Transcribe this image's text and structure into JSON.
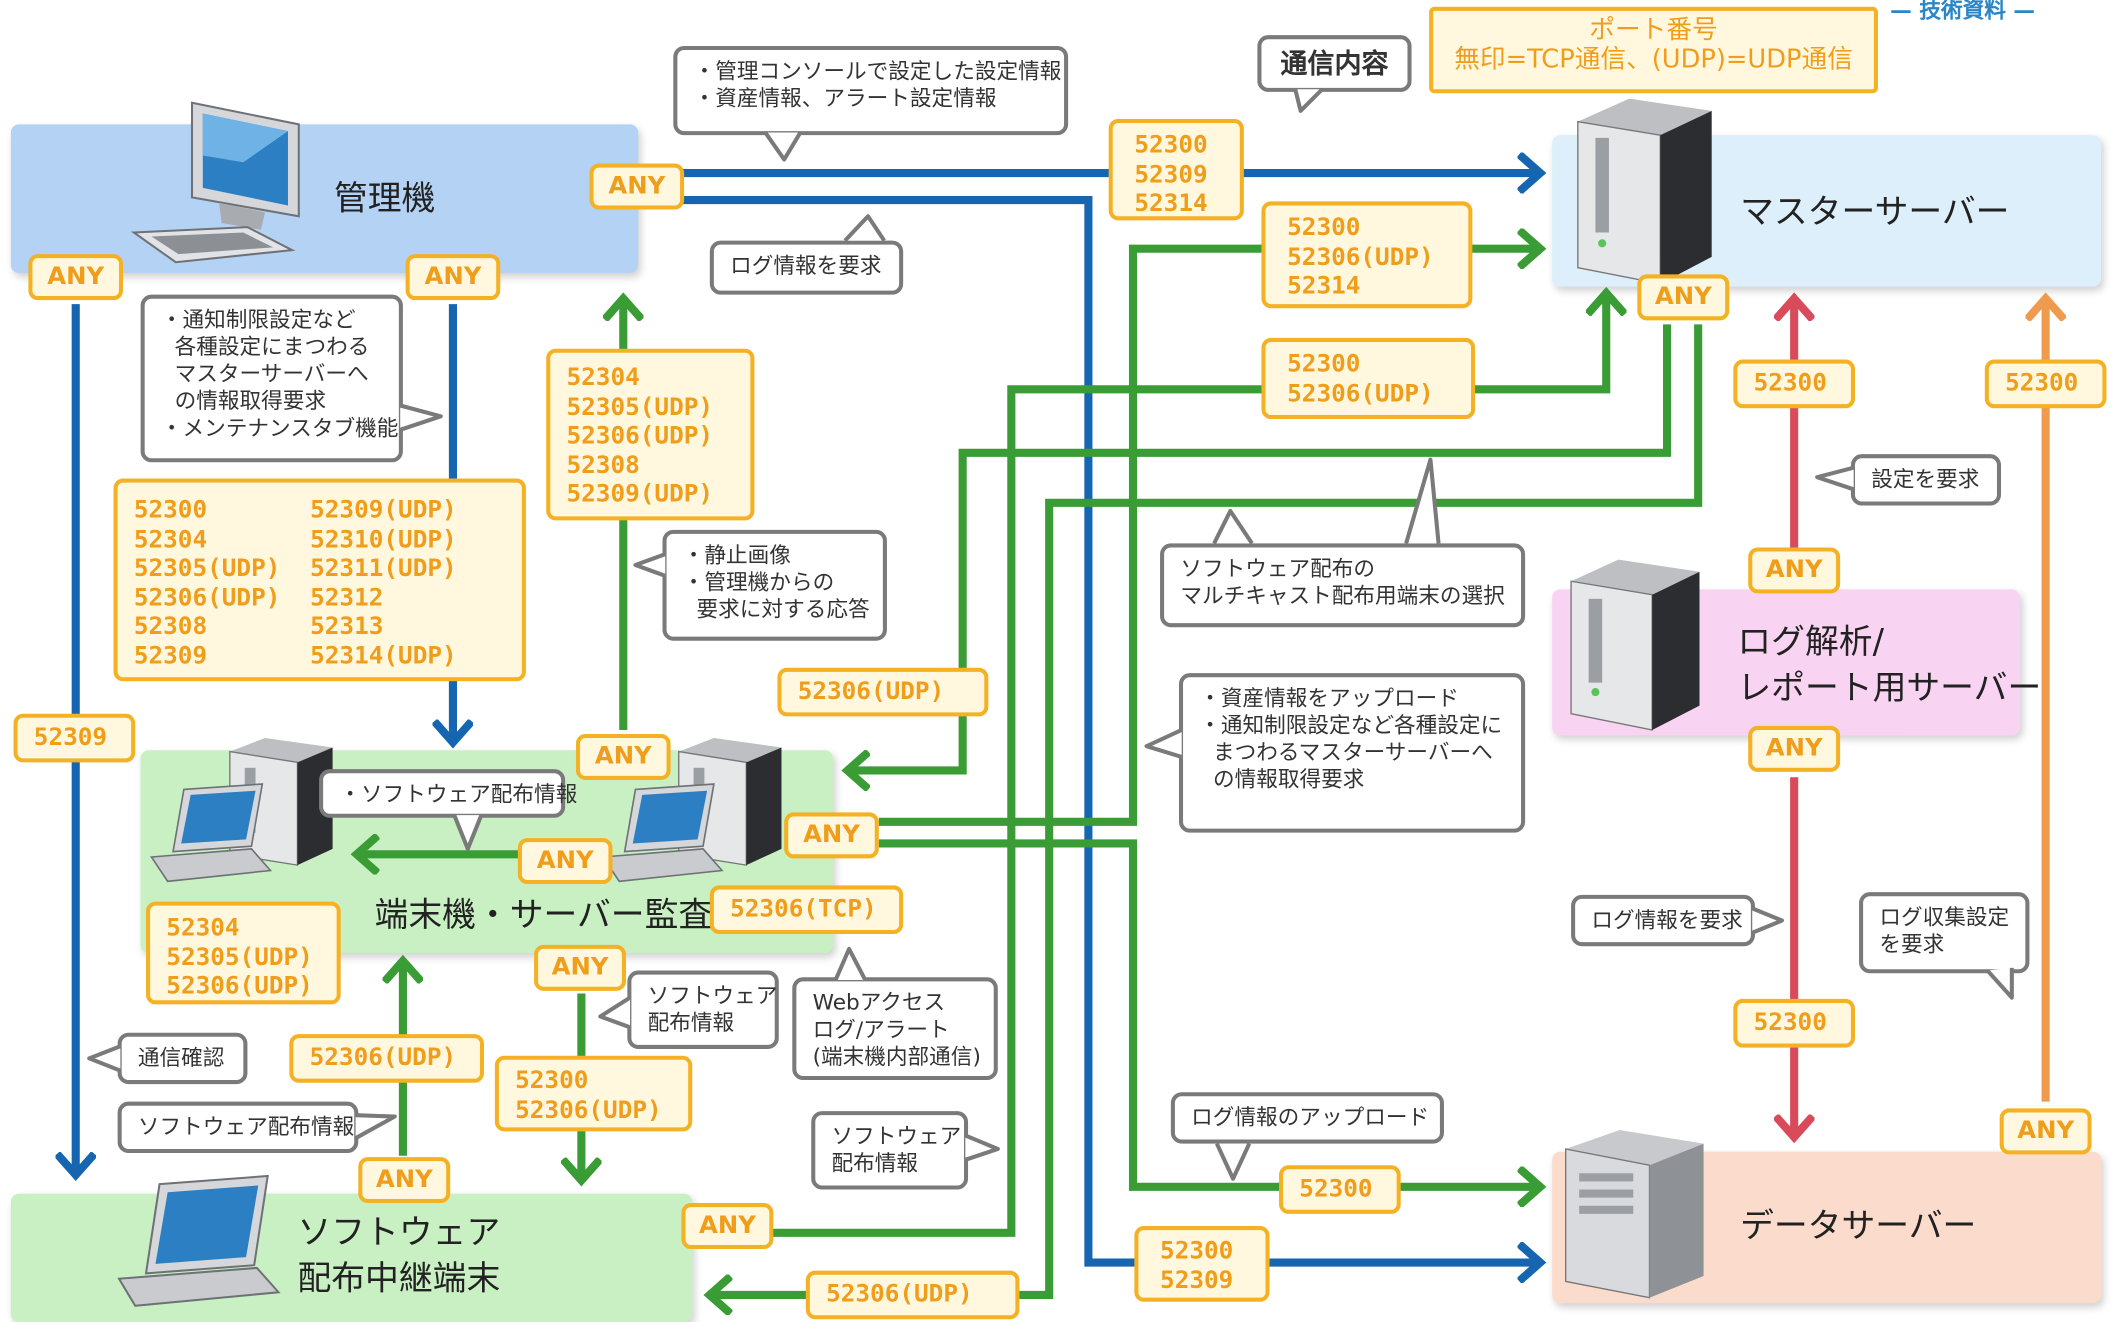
{
  "header_tag": "— 技術資料 —",
  "legend": {
    "title": "ポート番号",
    "description": "無印=TCP通信、(UDP)=UDP通信",
    "comm_label": "通信内容"
  },
  "nodes": {
    "admin": "管理機",
    "master": "マスターサーバー",
    "logsrv": "ログ解析/\nレポート用サーバー",
    "agent": "端末機・サーバー監査",
    "relay": "ソフトウェア\n配布中継端末",
    "data": "データサーバー"
  },
  "ports": {
    "admin_any_left": "ANY",
    "admin_any_mid": "ANY",
    "admin_any_right": "ANY",
    "port_52309_left": "52309",
    "big_col1": "52300\n52304\n52305(UDP)\n52306(UDP)\n52308\n52309",
    "big_col2": "52309(UDP)\n52310(UDP)\n52311(UDP)\n52312\n52313\n52314(UDP)",
    "agent_to_admin": "52304\n52305(UDP)\n52306(UDP)\n52308\n52309(UDP)",
    "admin_to_master": "52300\n52309\n52314",
    "agent_to_master": "52300\n52306(UDP)\n52314",
    "relay_to_master": "52300\n52306(UDP)",
    "master_any": "ANY",
    "master_to_agent": "52306(UDP)",
    "agent_any_top": "ANY",
    "agent_any_right": "ANY",
    "agent_internal_any": "ANY",
    "agent_internal_tcp": "52306(TCP)",
    "agent_left": "52304\n52305(UDP)\n52306(UDP)",
    "relay_to_agent_up": "52306(UDP)",
    "relay_any": "ANY",
    "agent_any_down": "ANY",
    "agent_to_relay": "52300\n52306(UDP)",
    "relay_any_right": "ANY",
    "master_to_relay": "52306(UDP)",
    "agent_to_data": "52300",
    "admin_to_data": "52300\n52309",
    "logsrv_master_port": "52300",
    "logsrv_any_top": "ANY",
    "logsrv_any_bottom": "ANY",
    "logsrv_data_port": "52300",
    "orange_port": "52300",
    "data_any": "ANY"
  },
  "callouts": {
    "admin_settings": "・管理コンソールで設定した設定情報\n・資産情報、アラート設定情報",
    "log_request": "ログ情報を要求",
    "notify": "・通知制限設定など\n  各種設定にまつわる\n  マスターサーバーへ\n  の情報取得要求\n・メンテナンスタブ機能",
    "still_image": "・静止画像\n・管理機からの\n  要求に対する応答",
    "multicast": "ソフトウェア配布の\nマルチキャスト配布用端末の選択",
    "asset_upload": "・資産情報をアップロード\n・通知制限設定など各種設定に\n  まつわるマスターサーバーへ\n  の情報取得要求",
    "sw_dist_info": "・ソフトウェア配布情報",
    "comm_check": "通信確認",
    "sw_dist_info_bottom": "ソフトウェア配布情報",
    "sw_dist_info_mid": "ソフトウェア\n配布情報",
    "web_access": "Webアクセス\nログ/アラート\n(端末機内部通信)",
    "sw_dist_info_low": "ソフトウェア\n配布情報",
    "log_upload": "ログ情報のアップロード",
    "setting_request": "設定を要求",
    "log_info_request": "ログ情報を要求",
    "log_collect": "ログ収集設定\nを要求"
  },
  "colors": {
    "blue": "#1565b0",
    "green": "#3a9c35",
    "red": "#d94a5a",
    "orange": "#ef9a4c",
    "port_border": "#f4b124",
    "port_text": "#ef9d1b",
    "admin_bg": "#b3d2f4",
    "master_bg": "#dceffa",
    "logsrv_bg": "#f9d4f2",
    "agent_bg": "#c9f0c3",
    "relay_bg": "#c9f0c3",
    "data_bg": "#fbdccc"
  },
  "icons": [
    "desktop-pc-icon",
    "tower-server-icon",
    "laptop-icon"
  ]
}
